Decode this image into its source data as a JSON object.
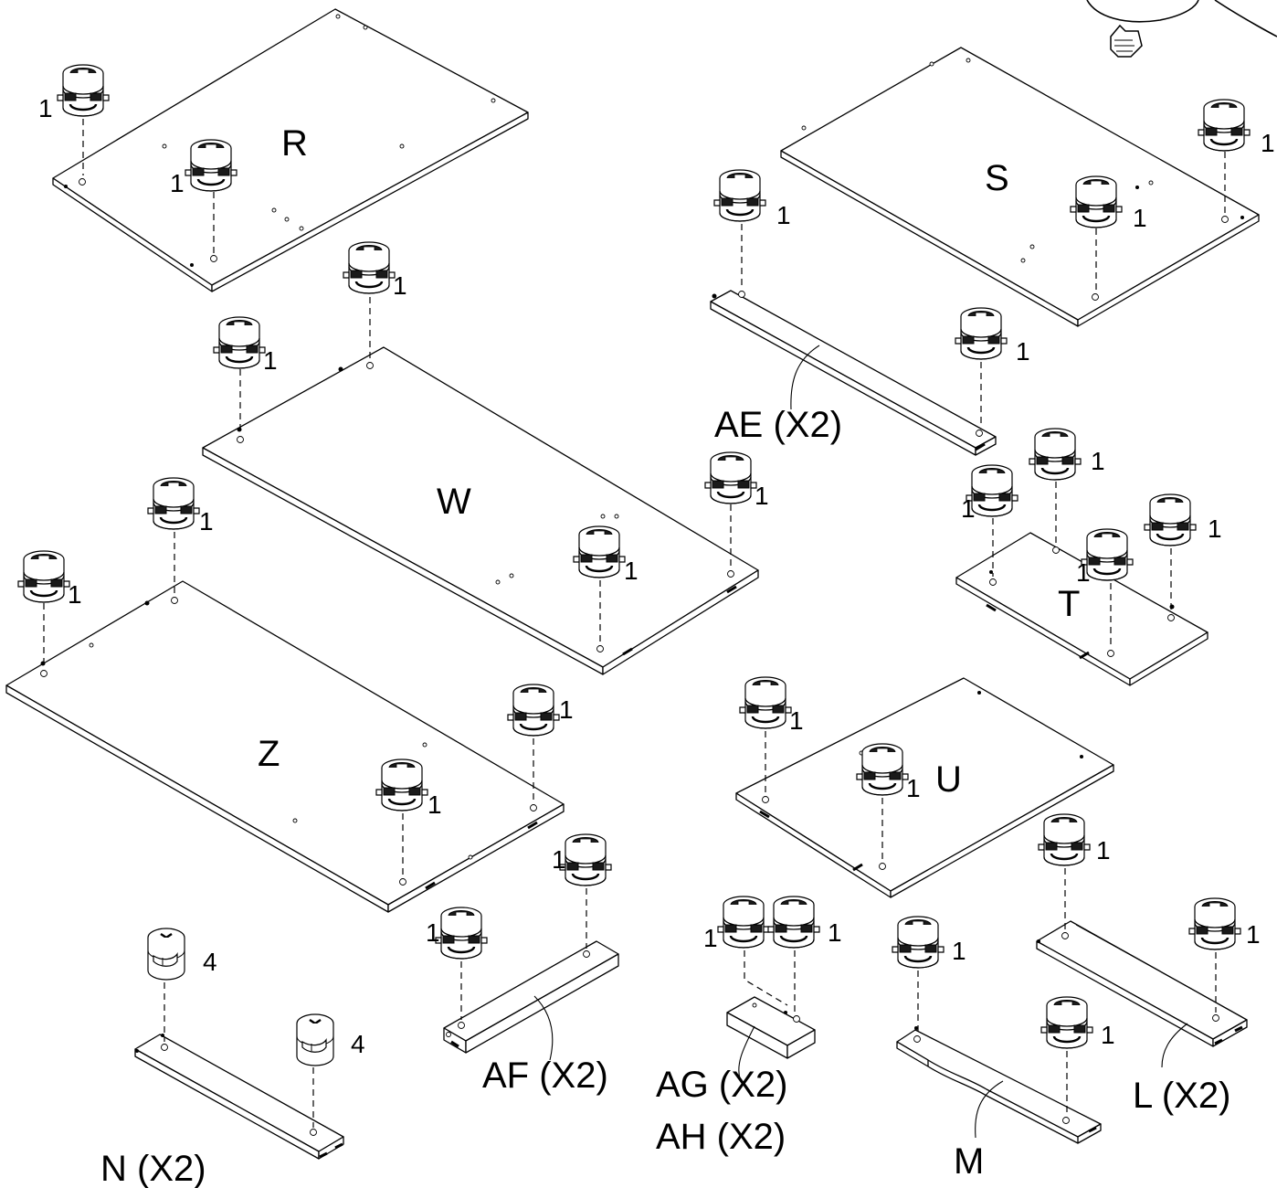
{
  "diagram": {
    "panels": [
      {
        "id": "R",
        "label": "R"
      },
      {
        "id": "S",
        "label": "S"
      },
      {
        "id": "W",
        "label": "W"
      },
      {
        "id": "Z",
        "label": "Z"
      },
      {
        "id": "T",
        "label": "T"
      },
      {
        "id": "U",
        "label": "U"
      },
      {
        "id": "AE",
        "label": "AE (X2)"
      },
      {
        "id": "AF",
        "label": "AF (X2)"
      },
      {
        "id": "AG",
        "label": "AG (X2)"
      },
      {
        "id": "AH",
        "label": "AH (X2)"
      },
      {
        "id": "L",
        "label": "L (X2)"
      },
      {
        "id": "M",
        "label": "M"
      },
      {
        "id": "N",
        "label": "N (X2)"
      }
    ],
    "cam_qty_1": "1",
    "cam_qty_4": "4",
    "icons": [
      "cam-lock-fitting-icon",
      "cam-bolt-icon",
      "thumbs-up-icon"
    ]
  }
}
